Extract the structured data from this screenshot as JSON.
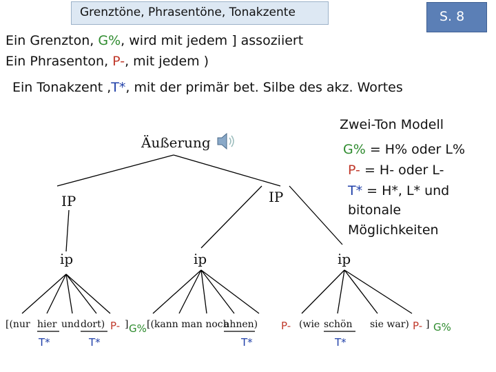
{
  "slide": {
    "title": "Grenztöne, Phrasentöne, Tonakzente",
    "page_label": "S. 8"
  },
  "definitions": {
    "line1": {
      "prefix": "Ein Grenzton, ",
      "symbol": "G%",
      "suffix": ",  wird mit jedem ] assoziiert"
    },
    "line2": {
      "prefix": "Ein Phrasenton, ",
      "symbol": "P-",
      "suffix": ",   mit jedem )"
    },
    "line3": {
      "prefix": "Ein Tonakzent ,",
      "symbol": "T*",
      "suffix": ",  mit der primär bet. Silbe des akz. Wortes"
    }
  },
  "model": {
    "title": "Zwei-Ton Modell",
    "l1_sym": "G%",
    "l1_rest": " = H% oder L%",
    "l2_sym": "P-",
    "l2_rest": " = H- oder L-",
    "l3_sym": "T*",
    "l3_rest": " = H*, L* und",
    "l4": "bitonale",
    "l5": "Möglichkeiten"
  },
  "tree": {
    "root": "Äußerung",
    "ip_left": "IP",
    "ip_right": "IP",
    "ip1": "ip",
    "ip2": "ip",
    "ip3": "ip"
  },
  "utterance": {
    "w1": "[(nur",
    "w2": "hier",
    "w3": "und",
    "w4": "dort)",
    "p1": "P-",
    "b1": "]",
    "g1": "G%",
    "w5": "[(kann man noch",
    "w6": "ahnen)",
    "p2": "P-",
    "w7": "(wie",
    "w8": "schön",
    "w9": "sie war)",
    "p3": "P-",
    "b2": "]",
    "g2": "G%"
  },
  "accents": [
    "T*",
    "T*",
    "T*",
    "T*"
  ],
  "icons": {
    "audio": "speaker-icon"
  },
  "colors": {
    "title_bg": "#dde8f3",
    "page_bg": "#5b7fb6",
    "green": "#2e8b2e",
    "red": "#c0392b",
    "blue": "#1f3fa8"
  }
}
